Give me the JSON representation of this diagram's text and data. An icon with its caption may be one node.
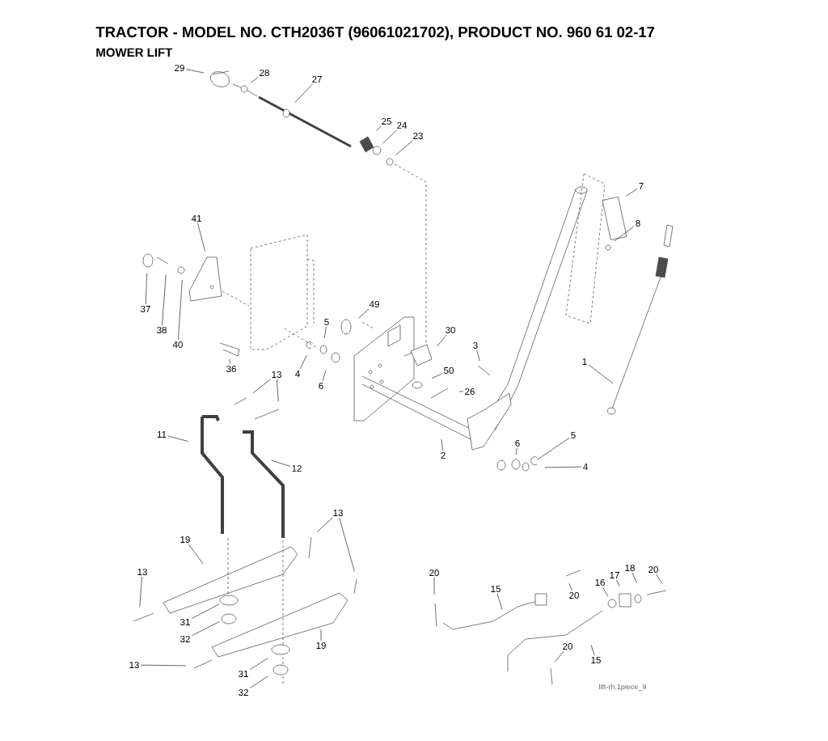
{
  "diagram": {
    "title": "TRACTOR - MODEL NO. CTH2036T (96061021702), PRODUCT NO. 960 61 02-17",
    "nodes": [
      {
        "text": [
          "29"
        ]
      },
      {
        "text": [
          "28"
        ]
      },
      {
        "text": [
          "27"
        ]
      },
      {
        "text": [
          "25"
        ]
      },
      {
        "text": [
          "24"
        ]
      },
      {
        "text": [
          "23"
        ]
      },
      {
        "text": [
          "7"
        ]
      },
      {
        "text": [
          "8"
        ]
      },
      {
        "text": [
          "41"
        ]
      },
      {
        "text": [
          "37"
        ]
      },
      {
        "text": [
          "38"
        ]
      },
      {
        "text": [
          "40"
        ]
      },
      {
        "text": [
          "49"
        ]
      },
      {
        "text": [
          "5"
        ]
      },
      {
        "text": [
          "30"
        ]
      },
      {
        "text": [
          "3"
        ]
      },
      {
        "text": [
          "1"
        ]
      },
      {
        "text": [
          "36"
        ]
      },
      {
        "text": [
          "4"
        ]
      },
      {
        "text": [
          "6"
        ]
      },
      {
        "text": [
          "50"
        ]
      },
      {
        "text": [
          "26"
        ]
      },
      {
        "text": [
          "13"
        ]
      },
      {
        "text": [
          "11"
        ]
      },
      {
        "text": [
          "12"
        ]
      },
      {
        "text": [
          "2"
        ]
      },
      {
        "text": [
          "6"
        ]
      },
      {
        "text": [
          "5"
        ]
      },
      {
        "text": [
          "4"
        ]
      },
      {
        "text": [
          "13"
        ]
      },
      {
        "text": [
          "19"
        ]
      },
      {
        "text": [
          "13"
        ]
      },
      {
        "text": [
          "20"
        ]
      },
      {
        "text": [
          "15"
        ]
      },
      {
        "text": [
          "20"
        ]
      },
      {
        "text": [
          "16"
        ]
      },
      {
        "text": [
          "17"
        ]
      },
      {
        "text": [
          "18"
        ]
      },
      {
        "text": [
          "20"
        ]
      },
      {
        "text": [
          "31"
        ]
      },
      {
        "text": [
          "32"
        ]
      },
      {
        "text": [
          "19"
        ]
      },
      {
        "text": [
          "13"
        ]
      },
      {
        "text": [
          "31"
        ]
      },
      {
        "text": [
          "32"
        ]
      },
      {
        "text": [
          "20"
        ]
      },
      {
        "text": [
          "15"
        ]
      }
    ],
    "edges": [
      {
        "from": 0,
        "to": null,
        "arrow": "none"
      },
      {
        "from": 1,
        "to": null,
        "arrow": "none"
      },
      {
        "from": 2,
        "to": null,
        "arrow": "none"
      },
      {
        "from": 3,
        "to": null,
        "arrow": "none"
      },
      {
        "from": 4,
        "to": null,
        "arrow": "none"
      },
      {
        "from": 5,
        "to": null,
        "arrow": "none"
      },
      {
        "from": 6,
        "to": null,
        "arrow": "none"
      },
      {
        "from": 7,
        "to": null,
        "arrow": "none"
      },
      {
        "from": 8,
        "to": null,
        "arrow": "none"
      },
      {
        "from": 9,
        "to": null,
        "arrow": "none"
      },
      {
        "from": 10,
        "to": null,
        "arrow": "none"
      },
      {
        "from": 11,
        "to": null,
        "arrow": "none"
      },
      {
        "from": 12,
        "to": null,
        "arrow": "none"
      },
      {
        "from": 13,
        "to": null,
        "arrow": "none"
      },
      {
        "from": 14,
        "to": null,
        "arrow": "none"
      },
      {
        "from": 15,
        "to": null,
        "arrow": "none"
      },
      {
        "from": 16,
        "to": null,
        "arrow": "none"
      },
      {
        "from": 17,
        "to": null,
        "arrow": "none"
      },
      {
        "from": 18,
        "to": null,
        "arrow": "none"
      },
      {
        "from": 19,
        "to": null,
        "arrow": "none"
      },
      {
        "from": 20,
        "to": null,
        "arrow": "none"
      },
      {
        "from": 21,
        "to": null,
        "arrow": "none"
      },
      {
        "from": 22,
        "to": null,
        "arrow": "none"
      },
      {
        "from": 22,
        "to": null,
        "arrow": "none"
      },
      {
        "from": 23,
        "to": null,
        "arrow": "none"
      },
      {
        "from": 24,
        "to": null,
        "arrow": "none"
      },
      {
        "from": 25,
        "to": null,
        "arrow": "none"
      },
      {
        "from": 26,
        "to": null,
        "arrow": "none"
      },
      {
        "from": 27,
        "to": null,
        "arrow": "none"
      },
      {
        "from": 28,
        "to": null,
        "arrow": "none"
      },
      {
        "from": 29,
        "to": null,
        "arrow": "none"
      },
      {
        "from": 29,
        "to": null,
        "arrow": "none"
      },
      {
        "from": 30,
        "to": null,
        "arrow": "none"
      },
      {
        "from": 31,
        "to": null,
        "arrow": "none"
      },
      {
        "from": 32,
        "to": null,
        "arrow": "none"
      },
      {
        "from": 33,
        "to": null,
        "arrow": "none"
      },
      {
        "from": 34,
        "to": null,
        "arrow": "none"
      },
      {
        "from": 35,
        "to": null,
        "arrow": "none"
      },
      {
        "from": 36,
        "to": null,
        "arrow": "none"
      },
      {
        "from": 37,
        "to": null,
        "arrow": "none"
      },
      {
        "from": 38,
        "to": null,
        "arrow": "none"
      },
      {
        "from": 39,
        "to": null,
        "arrow": "none"
      },
      {
        "from": 40,
        "to": null,
        "arrow": "none"
      },
      {
        "from": 41,
        "to": null,
        "arrow": "none"
      },
      {
        "from": 42,
        "to": null,
        "arrow": "none"
      },
      {
        "from": 43,
        "to": null,
        "arrow": "none"
      },
      {
        "from": 44,
        "to": null,
        "arrow": "none"
      },
      {
        "from": 45,
        "to": null,
        "arrow": "none"
      },
      {
        "from": 46,
        "to": null,
        "arrow": "none"
      }
    ],
    "labels": [
      "MOWER LIFT",
      "lift-rh.1piece_9"
    ]
  }
}
